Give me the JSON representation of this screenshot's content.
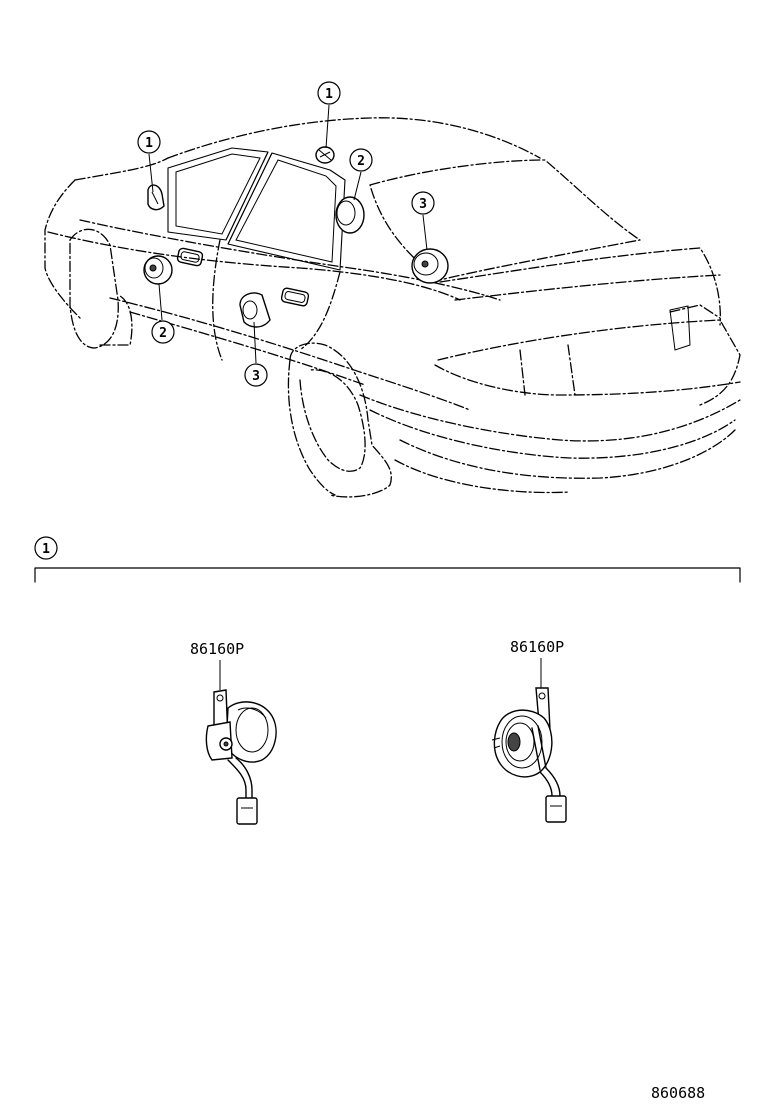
{
  "diagram": {
    "callouts": [
      {
        "id": "c1a",
        "label": "1"
      },
      {
        "id": "c1b",
        "label": "1"
      },
      {
        "id": "c2a",
        "label": "2"
      },
      {
        "id": "c2b",
        "label": "2"
      },
      {
        "id": "c3a",
        "label": "3"
      },
      {
        "id": "c3b",
        "label": "3"
      }
    ],
    "section": {
      "label": "1",
      "parts": [
        {
          "part_number": "86160P"
        },
        {
          "part_number": "86160P"
        }
      ]
    },
    "figure_number": "860688"
  }
}
